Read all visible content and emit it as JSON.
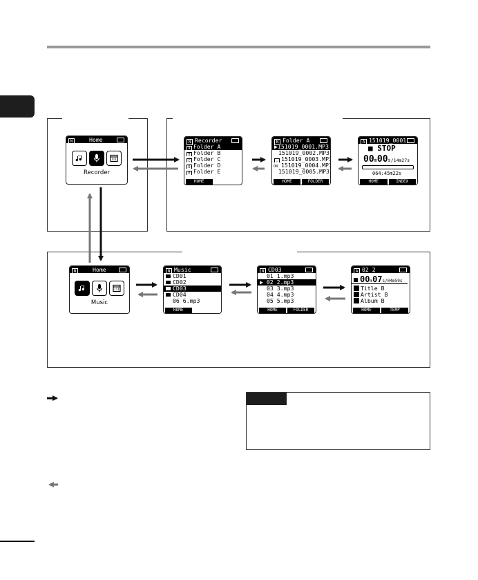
{
  "home_recorder": {
    "title": "Home",
    "label": "Recorder"
  },
  "home_music": {
    "title": "Home",
    "label": "Music"
  },
  "recorder_list": {
    "title": "Recorder",
    "items": [
      "Folder A",
      "Folder B",
      "Folder C",
      "Folder D",
      "Folder E"
    ],
    "badges": [
      "A",
      "B",
      "C",
      "D",
      "E"
    ],
    "footer": [
      "HOME"
    ]
  },
  "folder_a": {
    "title": "Folder A",
    "files": [
      "151019_0001.MP3",
      "151019_0002.MP3",
      "151019_0003.MP3",
      "151019_0004.MP3",
      "151019_0005.MP3"
    ],
    "footer": [
      "HOME",
      "FOLDER"
    ]
  },
  "playback": {
    "title": "151019_0001",
    "status": "■ STOP",
    "time_big": "00",
    "time_m": "m",
    "time_sec": "00",
    "time_s": "s",
    "total": "/14m27s",
    "remaining": "064:45m22s",
    "footer": [
      "HOME",
      "INDEX"
    ]
  },
  "music_list": {
    "title": "Music",
    "items": [
      "CD01",
      "CD02",
      "CD03",
      "CD04",
      "06 6.mp3"
    ],
    "footer": [
      "HOME"
    ]
  },
  "cd03": {
    "title": "CD03",
    "tracks": [
      "01 1.mp3",
      "02 2.mp3",
      "03 3.mp3",
      "04 4.mp3",
      "05 5.mp3"
    ],
    "footer": [
      "HOME",
      "FOLDER"
    ]
  },
  "track": {
    "title": "02 2",
    "time_big": "00",
    "time_m": "m",
    "time_sec": "07",
    "time_s": "s",
    "total": "/04m59s",
    "info": [
      "Title B",
      "Artist B",
      "Album B"
    ],
    "footer": [
      "HOME",
      "TEMP"
    ]
  }
}
